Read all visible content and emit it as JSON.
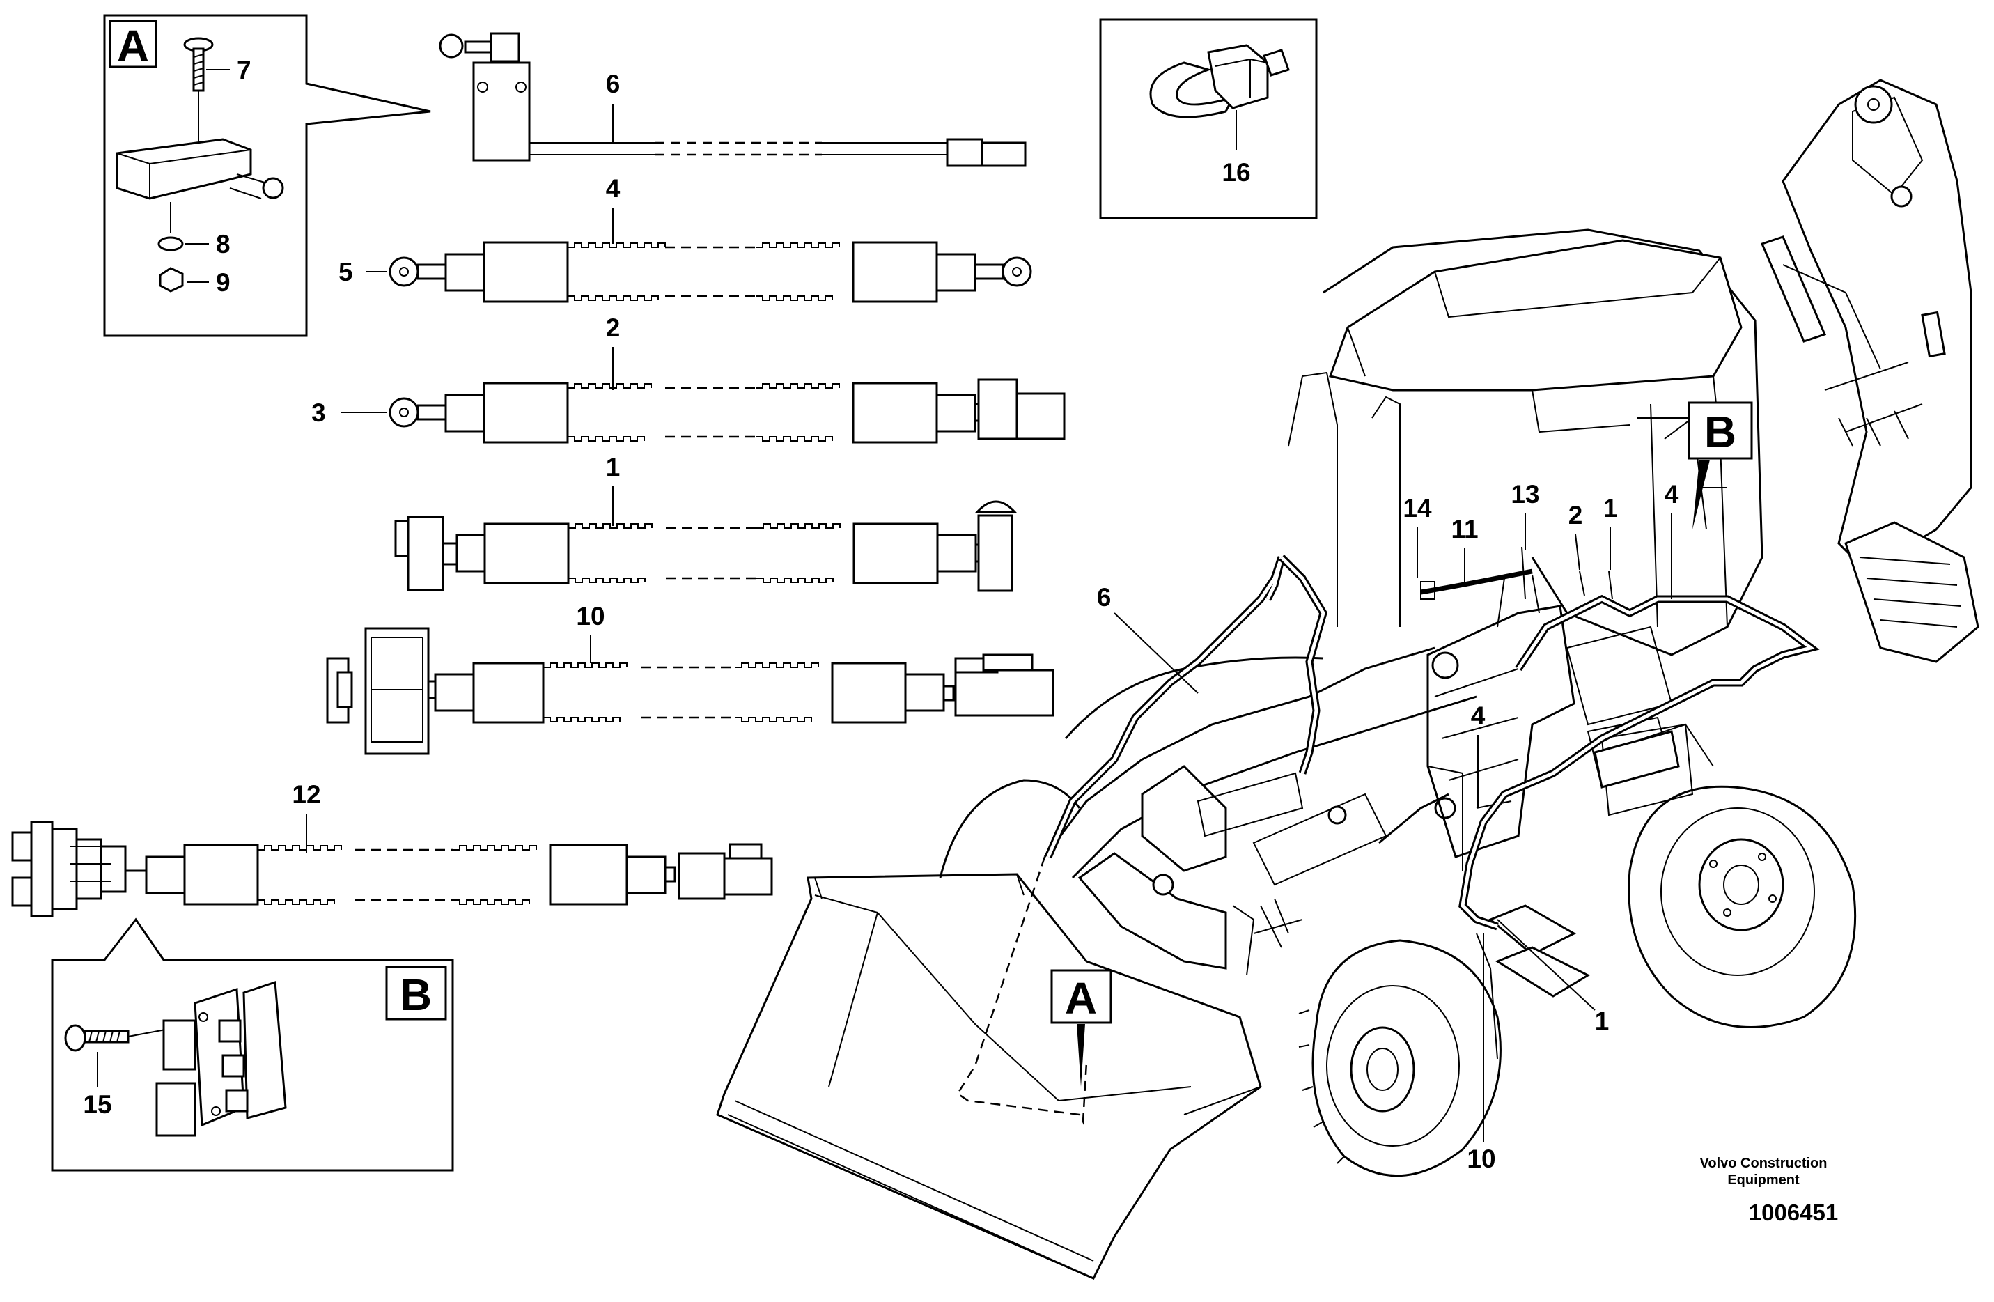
{
  "detail_a": {
    "letter": "A",
    "parts": [
      "7",
      "8",
      "9"
    ]
  },
  "detail_b": {
    "letter": "B",
    "parts": [
      "15"
    ]
  },
  "detail_16": {
    "part": "16"
  },
  "cables": {
    "c6": "6",
    "c4": "4",
    "c5": "5",
    "c2": "2",
    "c3": "3",
    "c1": "1",
    "c10": "10",
    "c12": "12"
  },
  "machine": {
    "callouts": [
      "14",
      "11",
      "13",
      "2",
      "1",
      "4",
      "6",
      "4",
      "1",
      "10"
    ],
    "marker_a": "A",
    "marker_b": "B"
  },
  "footer": {
    "manufacturer_line1": "Volvo Construction",
    "manufacturer_line2": "Equipment",
    "figure_number": "1006451"
  }
}
